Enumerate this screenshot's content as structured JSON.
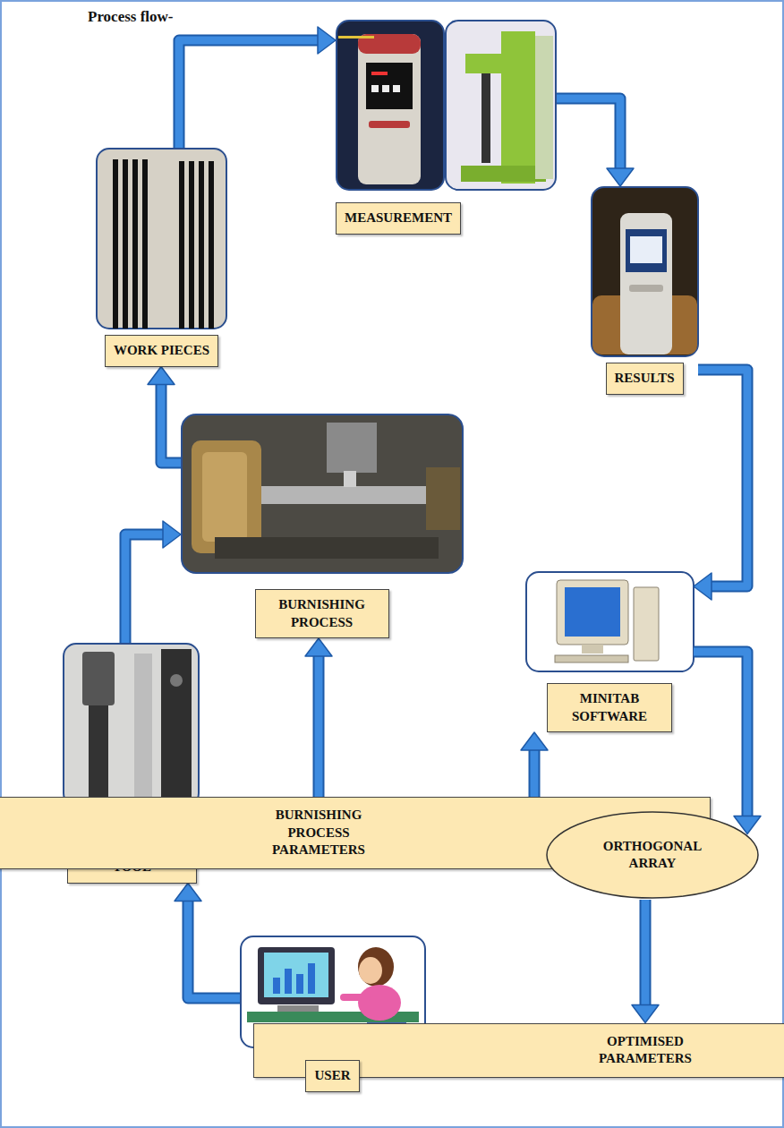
{
  "diagram": {
    "title": "Process flow-",
    "nodes": [
      {
        "text": [
          "MEASUREMENT"
        ]
      },
      {
        "text": [
          "WORK PIECES"
        ]
      },
      {
        "text": [
          "RESULTS"
        ]
      },
      {
        "text": [
          "BURNISHING PROCESS"
        ]
      },
      {
        "text": [
          "MINITAB SOFTWARE"
        ]
      },
      {
        "text": [
          "SELECTION OF BURNISHING TOOL"
        ]
      },
      {
        "text": [
          "BURNISHING PROCESS PARAMETERS"
        ]
      },
      {
        "text": [
          "ORTHOGONAL ARRAY"
        ]
      },
      {
        "text": [
          "OPTIMISED PARAMETERS"
        ]
      },
      {
        "text": [
          "USER"
        ]
      }
    ],
    "edges": [
      {
        "from": 3,
        "to": 1,
        "arrow": "to"
      },
      {
        "from": 1,
        "to": 0,
        "arrow": "to"
      },
      {
        "from": 0,
        "to": 2,
        "arrow": "to"
      },
      {
        "from": 2,
        "to": 4,
        "arrow": "to"
      },
      {
        "from": 4,
        "to": 7,
        "arrow": "to"
      },
      {
        "from": 7,
        "to": 8,
        "arrow": "to"
      },
      {
        "from": 8,
        "to": 9,
        "arrow": "to"
      },
      {
        "from": 9,
        "to": 5,
        "arrow": "to"
      },
      {
        "from": 5,
        "to": 3,
        "arrow": "to"
      },
      {
        "from": 6,
        "to": 3,
        "arrow": "to"
      },
      {
        "from": 6,
        "to": 4,
        "arrow": "both"
      }
    ]
  }
}
